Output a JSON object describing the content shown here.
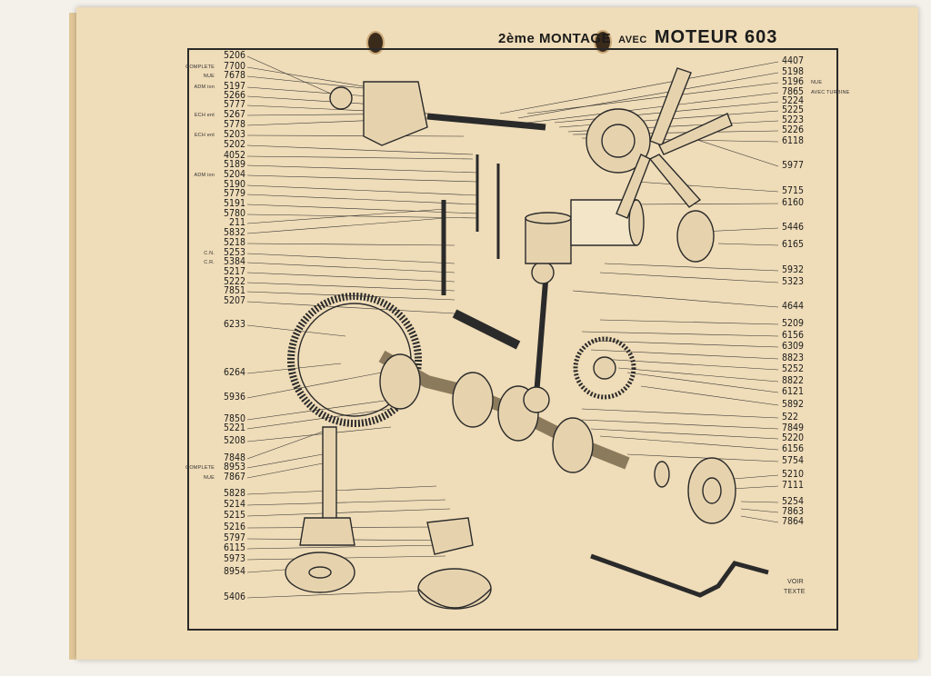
{
  "title": {
    "prefix": "2ème MONTAGE",
    "avec": "AVEC",
    "engine": "MOTEUR 603"
  },
  "left_labels": [
    {
      "text": "5206",
      "note": ""
    },
    {
      "text": "7700",
      "note": "COMPLETE"
    },
    {
      "text": "7678",
      "note": "NUE"
    },
    {
      "text": "5197",
      "note": "ADM ion"
    },
    {
      "text": "5266",
      "note": ""
    },
    {
      "text": "5777",
      "note": ""
    },
    {
      "text": "5267",
      "note": "ECH ent"
    },
    {
      "text": "5778",
      "note": ""
    },
    {
      "text": "5203",
      "note": "ECH ent"
    },
    {
      "text": "5202",
      "note": ""
    },
    {
      "text": "4052",
      "note": ""
    },
    {
      "text": "5189",
      "note": ""
    },
    {
      "text": "5204",
      "note": "ADM ion"
    },
    {
      "text": "5190",
      "note": ""
    },
    {
      "text": "5779",
      "note": ""
    },
    {
      "text": "5191",
      "note": ""
    },
    {
      "text": "5780",
      "note": ""
    },
    {
      "text": "211",
      "note": ""
    },
    {
      "text": "5832",
      "note": ""
    },
    {
      "text": "5218",
      "note": ""
    },
    {
      "text": "5253",
      "note": "C.N."
    },
    {
      "text": "5384",
      "note": "C.R."
    },
    {
      "text": "5217",
      "note": ""
    },
    {
      "text": "5222",
      "note": ""
    },
    {
      "text": "7851",
      "note": ""
    },
    {
      "text": "5207",
      "note": ""
    },
    {
      "text": "6233",
      "note": ""
    },
    {
      "text": "6264",
      "note": ""
    },
    {
      "text": "5936",
      "note": ""
    },
    {
      "text": "7850",
      "note": ""
    },
    {
      "text": "5221",
      "note": ""
    },
    {
      "text": "5208",
      "note": ""
    },
    {
      "text": "7848",
      "note": ""
    },
    {
      "text": "8953",
      "note": "COMPLETE"
    },
    {
      "text": "7867",
      "note": "NUE"
    },
    {
      "text": "5828",
      "note": ""
    },
    {
      "text": "5214",
      "note": ""
    },
    {
      "text": "5215",
      "note": ""
    },
    {
      "text": "5216",
      "note": ""
    },
    {
      "text": "5797",
      "note": ""
    },
    {
      "text": "6115",
      "note": ""
    },
    {
      "text": "5973",
      "note": ""
    },
    {
      "text": "8954",
      "note": ""
    },
    {
      "text": "5406",
      "note": ""
    }
  ],
  "right_labels": [
    {
      "text": "4407",
      "note": ""
    },
    {
      "text": "5198",
      "note": ""
    },
    {
      "text": "5196",
      "note": "NUE"
    },
    {
      "text": "7865",
      "note": "AVEC TURBINE"
    },
    {
      "text": "5224",
      "note": ""
    },
    {
      "text": "5225",
      "note": ""
    },
    {
      "text": "5223",
      "note": ""
    },
    {
      "text": "5226",
      "note": ""
    },
    {
      "text": "6118",
      "note": ""
    },
    {
      "text": "5977",
      "note": ""
    },
    {
      "text": "5715",
      "note": ""
    },
    {
      "text": "6160",
      "note": ""
    },
    {
      "text": "5446",
      "note": ""
    },
    {
      "text": "6165",
      "note": ""
    },
    {
      "text": "5932",
      "note": ""
    },
    {
      "text": "5323",
      "note": ""
    },
    {
      "text": "4644",
      "note": ""
    },
    {
      "text": "5209",
      "note": ""
    },
    {
      "text": "6156",
      "note": ""
    },
    {
      "text": "6309",
      "note": ""
    },
    {
      "text": "8823",
      "note": ""
    },
    {
      "text": "5252",
      "note": ""
    },
    {
      "text": "8822",
      "note": ""
    },
    {
      "text": "6121",
      "note": ""
    },
    {
      "text": "5892",
      "note": ""
    },
    {
      "text": "522",
      "note": ""
    },
    {
      "text": "7849",
      "note": ""
    },
    {
      "text": "5220",
      "note": ""
    },
    {
      "text": "6156",
      "note": ""
    },
    {
      "text": "5754",
      "note": ""
    },
    {
      "text": "5210",
      "note": ""
    },
    {
      "text": "7111",
      "note": ""
    },
    {
      "text": "5254",
      "note": ""
    },
    {
      "text": "7863",
      "note": ""
    },
    {
      "text": "7864",
      "note": ""
    }
  ],
  "voir_texte": [
    "VOIR",
    "TEXTE"
  ]
}
